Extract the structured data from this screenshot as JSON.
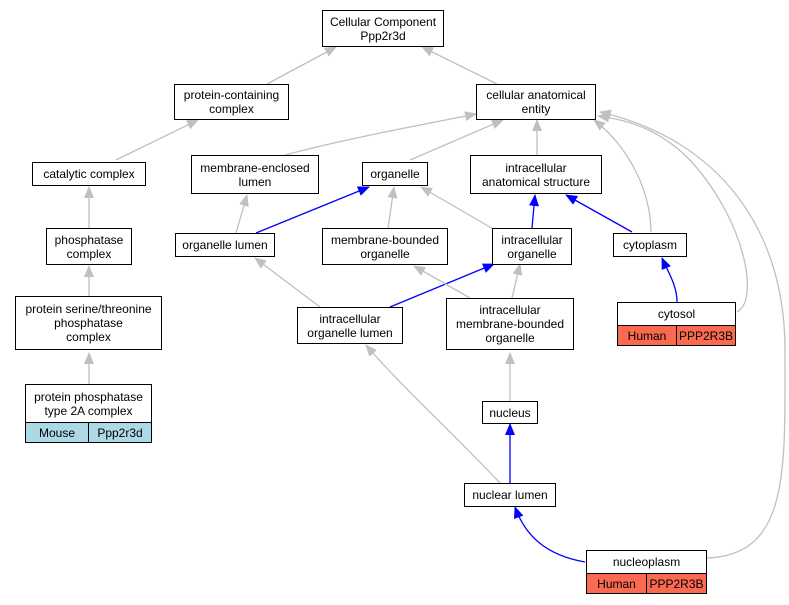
{
  "nodes": {
    "root": {
      "line1": "Cellular Component",
      "line2": "Ppp2r3d"
    },
    "protein_containing": {
      "line1": "protein-containing",
      "line2": "complex"
    },
    "cellular_anatomical": {
      "line1": "cellular anatomical",
      "line2": "entity"
    },
    "catalytic": {
      "line1": "catalytic complex"
    },
    "membrane_enclosed": {
      "line1": "membrane-enclosed",
      "line2": "lumen"
    },
    "organelle": {
      "line1": "organelle"
    },
    "intracellular_structure": {
      "line1": "intracellular",
      "line2": "anatomical structure"
    },
    "phosphatase": {
      "line1": "phosphatase",
      "line2": "complex"
    },
    "organelle_lumen": {
      "line1": "organelle lumen"
    },
    "membrane_bounded": {
      "line1": "membrane-bounded",
      "line2": "organelle"
    },
    "intracellular_organelle": {
      "line1": "intracellular",
      "line2": "organelle"
    },
    "cytoplasm": {
      "line1": "cytoplasm"
    },
    "ser_thr": {
      "line1": "protein serine/threonine",
      "line2": "phosphatase",
      "line3": "complex"
    },
    "intra_org_lumen": {
      "line1": "intracellular",
      "line2": "organelle lumen"
    },
    "intra_mem_bounded": {
      "line1": "intracellular",
      "line2": "membrane-bounded",
      "line3": "organelle"
    },
    "cytosol": {
      "line1": "cytosol",
      "species": "Human",
      "gene": "PPP2R3B"
    },
    "pp2a": {
      "line1": "protein phosphatase",
      "line2": "type 2A complex",
      "species": "Mouse",
      "gene": "Ppp2r3d"
    },
    "nucleus": {
      "line1": "nucleus"
    },
    "nuclear_lumen": {
      "line1": "nuclear lumen"
    },
    "nucleoplasm": {
      "line1": "nucleoplasm",
      "species": "Human",
      "gene": "PPP2R3B"
    }
  },
  "colors": {
    "gray_edge": "#c0c0c0",
    "blue_edge": "#0000ff",
    "mouse": "#add8e6",
    "human": "#fa6a50"
  }
}
